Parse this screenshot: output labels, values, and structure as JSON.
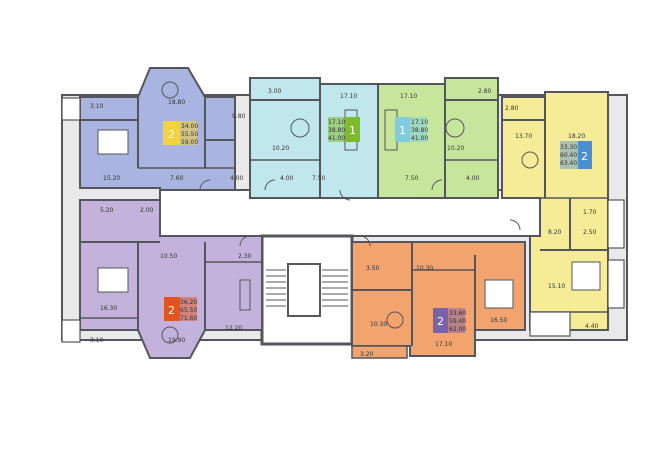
{
  "colors": {
    "blue": "#a9b4e0",
    "yellow": "#f6ec97",
    "cyan": "#bfe7ec",
    "green": "#c8e69b",
    "purple": "#c2b2dc",
    "orange": "#f2a36e",
    "wall": "#55555d",
    "badge_yellow": "#f4d23c",
    "badge_green": "#7dbb2a",
    "badge_cyan": "#7fcbe0",
    "badge_blue": "#4a8fd2",
    "badge_red": "#e2531e",
    "badge_purple": "#7a62a8"
  },
  "apartments": [
    {
      "id": "a-blue-nw",
      "rooms": "2",
      "areas": [
        "34.00",
        "55.50",
        "59.00"
      ],
      "badge_color": "badge_yellow"
    },
    {
      "id": "a-cyan",
      "rooms": "1",
      "areas": [
        "17.10",
        "38.80",
        "41.00"
      ],
      "badge_color": "badge_green"
    },
    {
      "id": "a-green",
      "rooms": "1",
      "areas": [
        "17.10",
        "38.80",
        "41.00"
      ],
      "badge_color": "badge_cyan"
    },
    {
      "id": "a-yellow",
      "rooms": "2",
      "areas": [
        "33.30",
        "60.40",
        "63.40"
      ],
      "badge_color": "badge_blue"
    },
    {
      "id": "a-purple",
      "rooms": "2",
      "areas": [
        "36.20",
        "65.50",
        "71.60"
      ],
      "badge_color": "badge_red"
    },
    {
      "id": "a-orange",
      "rooms": "2",
      "areas": [
        "33.60",
        "59.40",
        "62.00"
      ],
      "badge_color": "badge_purple"
    }
  ],
  "room_areas": {
    "a1": "3.10",
    "a2": "18.80",
    "a3": "9.80",
    "a4": "15.20",
    "a5": "7.60",
    "a6": "4.00",
    "a7": "3.00",
    "a8": "17.10",
    "a9": "10.20",
    "a10": "4.00",
    "a11": "7.50",
    "a12": "17.10",
    "a13": "2.80",
    "a14": "10.20",
    "a15": "7.50",
    "a16": "4.00",
    "a17": "2.80",
    "a18": "18.20",
    "a19": "13.70",
    "a20": "5.20",
    "a21": "2.00",
    "a22": "10.50",
    "a23": "2.30",
    "a24": "16.30",
    "a25": "3.10",
    "a26": "19.90",
    "a27": "12.20",
    "a28": "3.50",
    "a29": "10.30",
    "a30": "10.30",
    "a31": "16.50",
    "a32": "17.10",
    "a33": "3.20",
    "a34": "8.20",
    "a35": "1.70",
    "a36": "2.50",
    "a37": "15.10",
    "a38": "4.40"
  }
}
